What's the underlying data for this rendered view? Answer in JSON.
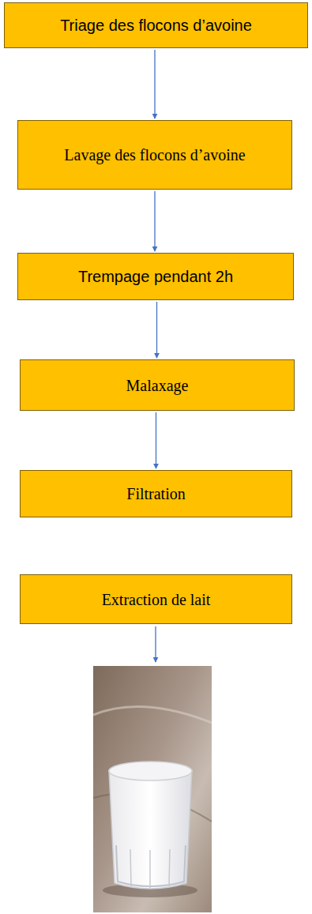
{
  "diagram": {
    "nodes": [
      {
        "text": [
          "Triage des flocons d’avoine"
        ]
      },
      {
        "text": [
          "Lavage des flocons d’avoine"
        ]
      },
      {
        "text": [
          "Trempage pendant 2h"
        ]
      },
      {
        "text": [
          "Malaxage"
        ]
      },
      {
        "text": [
          "Filtration"
        ]
      },
      {
        "text": [
          "Extraction de lait"
        ]
      }
    ],
    "edges": [
      {
        "from": 0,
        "to": 1,
        "arrow": "to"
      },
      {
        "from": 1,
        "to": 2,
        "arrow": "to"
      },
      {
        "from": 2,
        "to": 3,
        "arrow": "to"
      },
      {
        "from": 3,
        "to": 4,
        "arrow": "to"
      }
    ]
  }
}
